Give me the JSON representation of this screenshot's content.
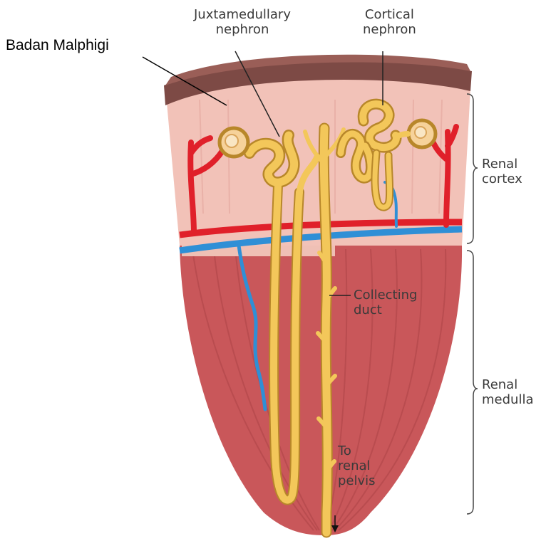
{
  "labels": {
    "badan_malphigi": "Badan Malphigi",
    "juxtamedullary_nephron": "Juxtamedullary\nnephron",
    "cortical_nephron": "Cortical\nnephron",
    "renal_cortex": "Renal\ncortex",
    "collecting_duct": "Collecting\nduct",
    "renal_medulla": "Renal\nmedulla",
    "to_renal_pelvis": "To\nrenal\npelvis"
  },
  "colors": {
    "capsule_top": "#7d4a45",
    "cortex": "#f2c2b8",
    "medulla": "#c9575a",
    "artery": "#e0202a",
    "vein": "#2f8fd6",
    "nephron_tubule": "#f3c75a",
    "nephron_outline": "#b8872a",
    "glomerulus": "#f6d29a"
  },
  "icons": [
    "bracket-icon",
    "arrow-down-icon"
  ]
}
